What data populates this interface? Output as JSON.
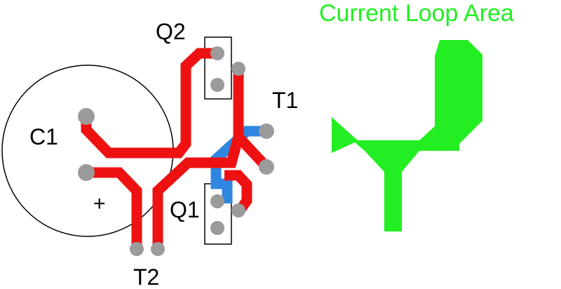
{
  "labels": {
    "c1": "C1",
    "q2": "Q2",
    "q1": "Q1",
    "t1": "T1",
    "t2": "T2",
    "polarity": "+"
  },
  "loop_area": {
    "title": "Current Loop Area"
  },
  "colors": {
    "trace_top": "#ee1111",
    "trace_bottom": "#2f86e0",
    "pad": "#9b9b9b",
    "loop_area": "#22ee22",
    "outline": "#000000"
  }
}
